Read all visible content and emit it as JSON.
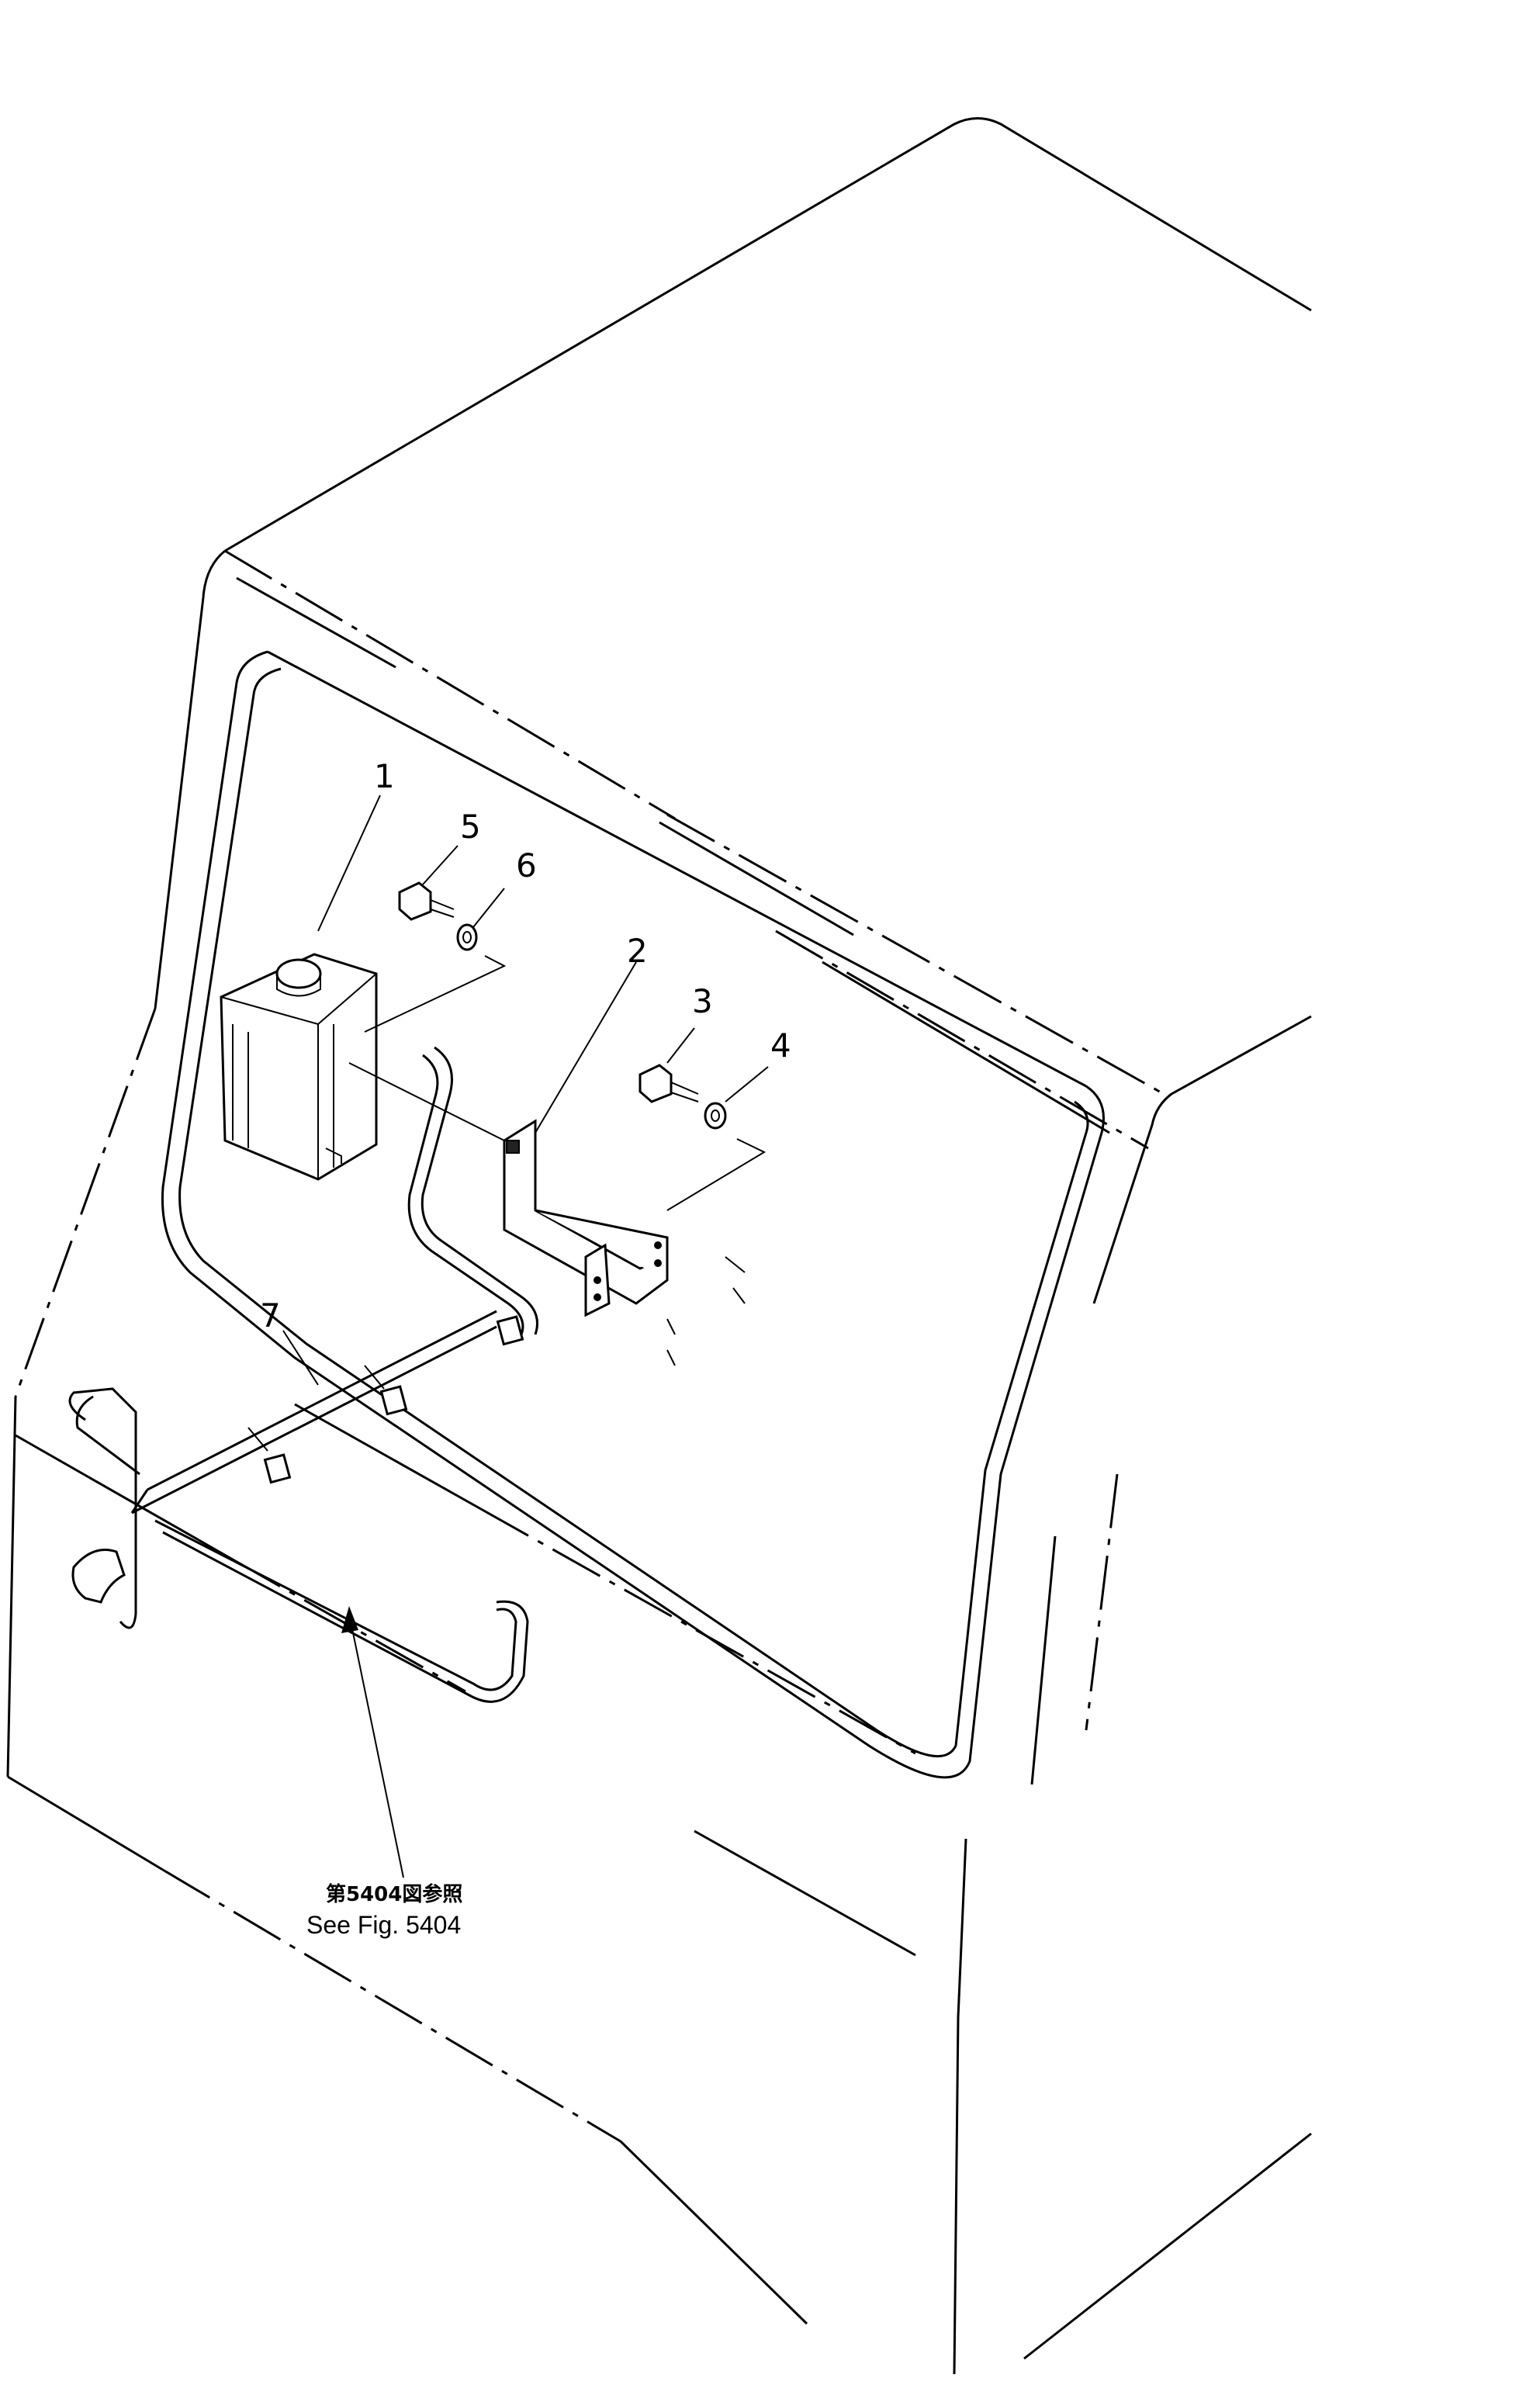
{
  "callouts": [
    "1",
    "2",
    "3",
    "4",
    "5",
    "6",
    "7"
  ],
  "reference": {
    "jp": "第5404図参照",
    "en": "See Fig. 5404"
  }
}
